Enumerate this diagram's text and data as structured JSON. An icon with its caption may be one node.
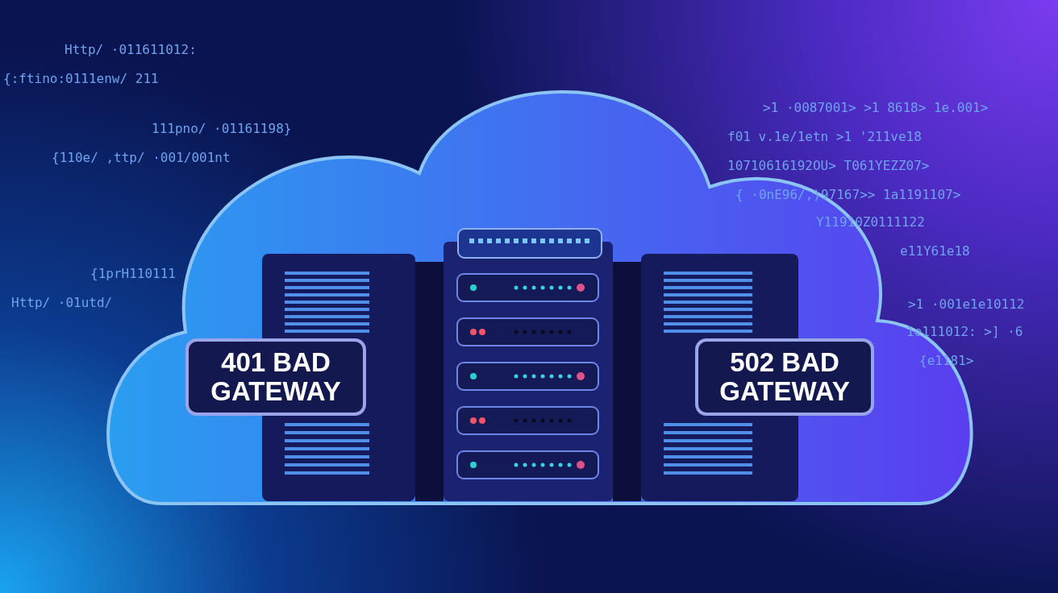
{
  "diagram": {
    "nodes": [
      {
        "text": [],
        "shape": "cloud"
      },
      {
        "text": [
          "401 BAD GATEWAY"
        ],
        "in": 0
      },
      {
        "text": [
          "502 BAD GATEWAY"
        ],
        "in": 0
      }
    ],
    "labels": [
      "Http/ ·011611012:",
      "{:ftino:0111enw/ 211",
      "111pno/ ·01161198}",
      "{110e/ ,ttp/ ·001/001nt",
      "{1prH110111",
      "Http/ ·01utd/",
      ">1 ·0087001> >1 8618> 1e.001>",
      "f01 v.1e/1etn >1 '211ve18",
      "10710616192OU> T061YEZZ07>",
      "{ ·0nE96/,)97167>> 1a1191107>",
      "Y11910Z0111122",
      "e11Y61e18",
      ">1 ·001e1e10112",
      "1e111012: >] ·6",
      "{e1181>"
    ]
  }
}
